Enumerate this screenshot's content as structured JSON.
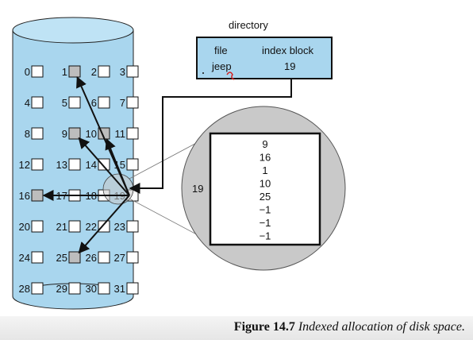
{
  "directory": {
    "title": "directory",
    "col_file": "file",
    "col_index": "index block",
    "entry_file": "jeep",
    "entry_index": "19"
  },
  "index_block": {
    "label": "19",
    "values": [
      "9",
      "16",
      "1",
      "10",
      "25",
      "−1",
      "−1",
      "−1"
    ]
  },
  "blocks": {
    "labels": [
      "0",
      "1",
      "2",
      "3",
      "4",
      "5",
      "6",
      "7",
      "8",
      "9",
      "10",
      "11",
      "12",
      "13",
      "14",
      "15",
      "16",
      "17",
      "18",
      "19",
      "20",
      "21",
      "22",
      "23",
      "24",
      "25",
      "26",
      "27",
      "28",
      "29",
      "30",
      "31"
    ],
    "used": [
      1,
      9,
      10,
      16,
      25
    ],
    "index_block": 19
  },
  "colors": {
    "disk_fill": "#a9d6ee",
    "directory_fill": "#a9d6ee",
    "zoom_circle": "#c9c9c9",
    "used_block": "#bdbdbd"
  },
  "caption": {
    "figure": "Figure 14.7",
    "text": "Indexed allocation of disk space."
  }
}
